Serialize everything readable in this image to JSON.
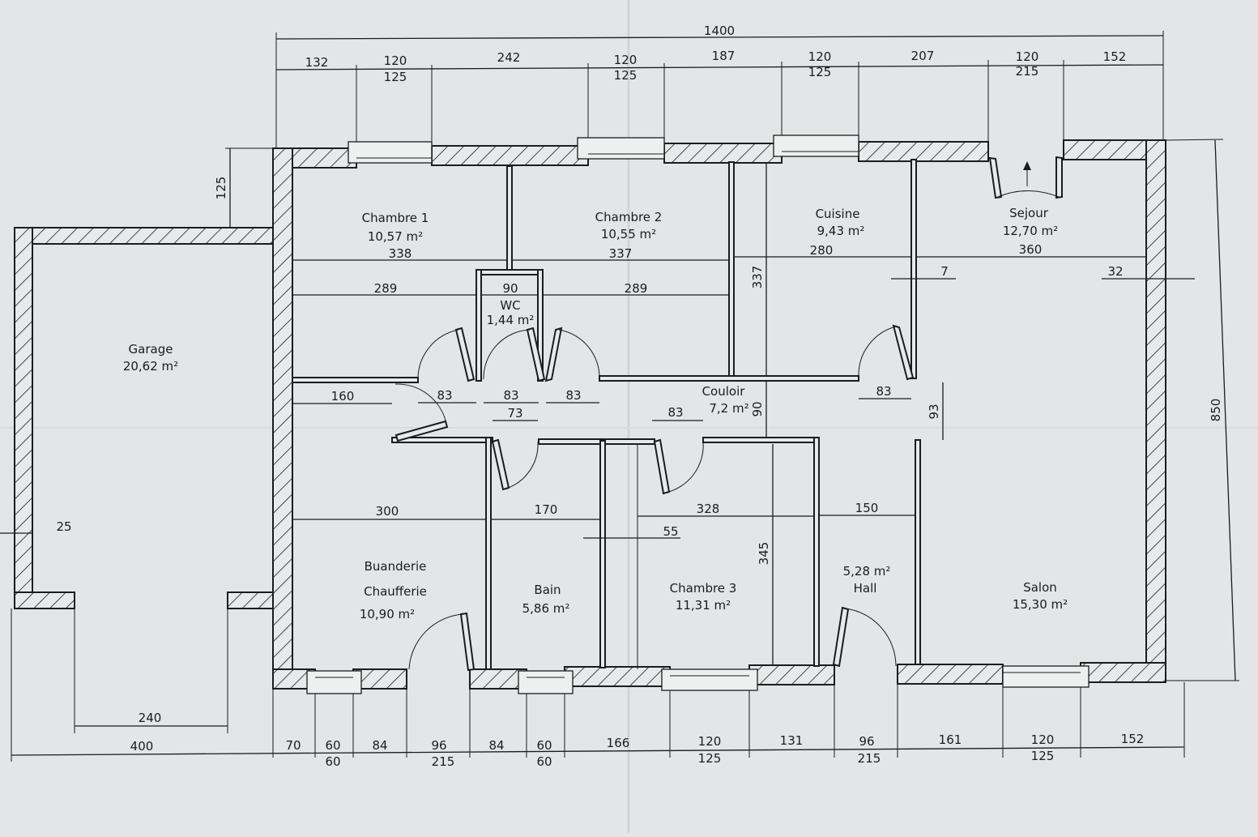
{
  "rooms": {
    "chambre1": {
      "name": "Chambre 1",
      "area": "10,57 m²"
    },
    "chambre2": {
      "name": "Chambre 2",
      "area": "10,55 m²"
    },
    "cuisine": {
      "name": "Cuisine",
      "area": "9,43 m²"
    },
    "sejour": {
      "name": "Sejour",
      "area": "12,70 m²"
    },
    "garage": {
      "name": "Garage",
      "area": "20,62 m²"
    },
    "wc": {
      "name": "WC",
      "area": "1,44 m²"
    },
    "couloir": {
      "name": "Couloir",
      "area": "7,2 m²"
    },
    "buanderie": {
      "name": "Buanderie",
      "name2": "Chaufferie",
      "area": "10,90 m²"
    },
    "bain": {
      "name": "Bain",
      "area": "5,86 m²"
    },
    "chambre3": {
      "name": "Chambre 3",
      "area": "11,31 m²"
    },
    "hall": {
      "name": "Hall",
      "area": "5,28 m²"
    },
    "salon": {
      "name": "Salon",
      "area": "15,30 m²"
    }
  },
  "dims": {
    "top_total": "1400",
    "top": [
      "132",
      "120",
      "125",
      "242",
      "120",
      "125",
      "187",
      "120",
      "125",
      "207",
      "120",
      "215",
      "152"
    ],
    "right_height": "850",
    "left_offset": "125",
    "interior": [
      "338",
      "337",
      "280",
      "360",
      "289",
      "90",
      "289",
      "7",
      "32",
      "337",
      "160",
      "83",
      "83",
      "83",
      "83",
      "73",
      "83",
      "90",
      "93",
      "300",
      "170",
      "328",
      "150",
      "55",
      "345",
      "25",
      "240"
    ],
    "bottom": [
      "400",
      "70",
      "60",
      "60",
      "84",
      "96",
      "215",
      "84",
      "60",
      "60",
      "166",
      "120",
      "125",
      "131",
      "96",
      "215",
      "161",
      "120",
      "125",
      "152"
    ]
  }
}
